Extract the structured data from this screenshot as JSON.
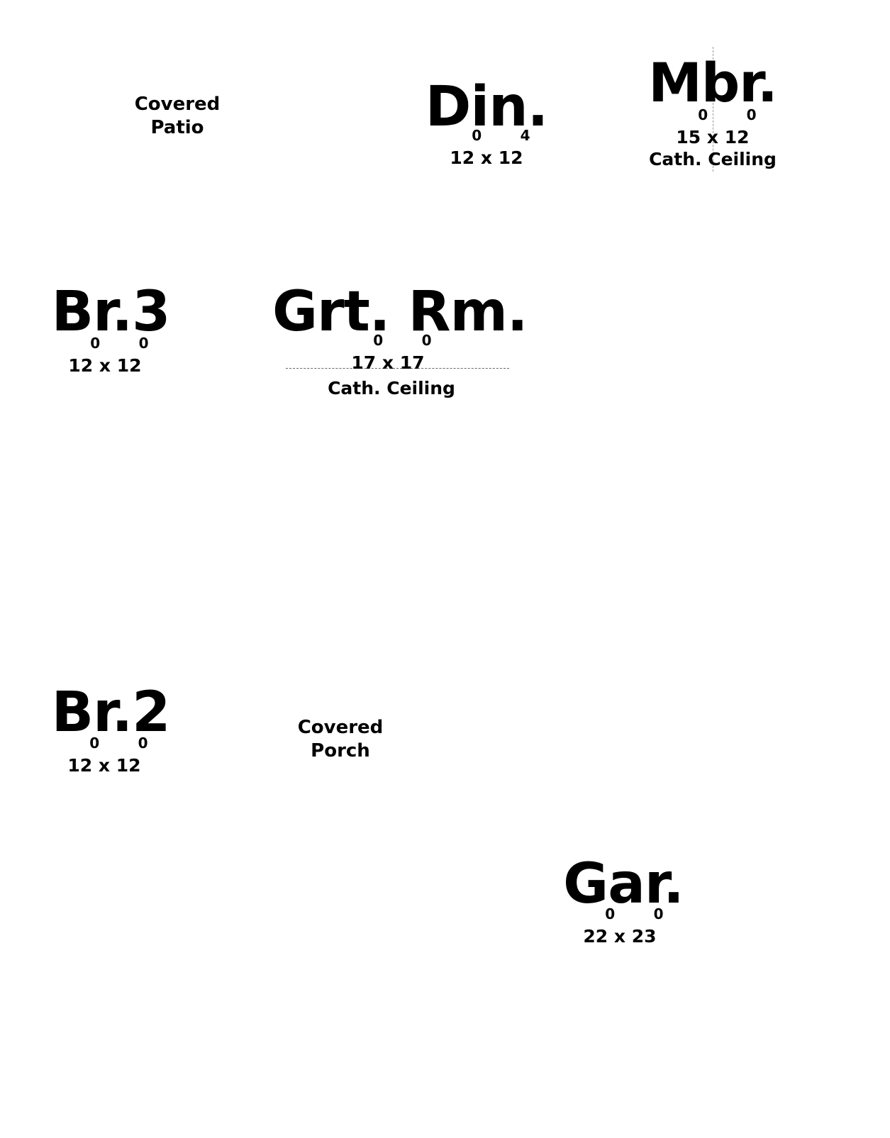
{
  "rooms": {
    "covered_patio": {
      "line1": "Covered",
      "line2": "Patio"
    },
    "din": {
      "name": "Din.",
      "w": "12",
      "w_sup": "0",
      "x": "x",
      "h": "12",
      "h_sup": "4"
    },
    "mbr": {
      "name": "Mbr.",
      "w": "15",
      "w_sup": "0",
      "x": "x",
      "h": "12",
      "h_sup": "0",
      "note": "Cath. Ceiling"
    },
    "br3": {
      "name": "Br.3",
      "w": "12",
      "w_sup": "0",
      "x": "x",
      "h": "12",
      "h_sup": "0"
    },
    "grt_rm": {
      "name": "Grt. Rm.",
      "w": "17",
      "w_sup": "0",
      "x": "x",
      "h": "17",
      "h_sup": "0",
      "note": "Cath. Ceiling"
    },
    "br2": {
      "name": "Br.2",
      "w": "12",
      "w_sup": "0",
      "x": "x",
      "h": "12",
      "h_sup": "0"
    },
    "covered_porch": {
      "line1": "Covered",
      "line2": "Porch"
    },
    "gar": {
      "name": "Gar.",
      "w": "22",
      "w_sup": "0",
      "x": "x",
      "h": "23",
      "h_sup": "0"
    }
  }
}
